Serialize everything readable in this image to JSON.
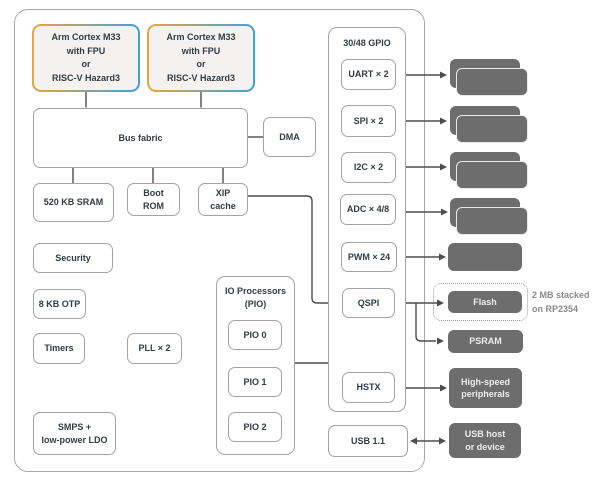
{
  "chip": {
    "cpu1": "Arm Cortex M33\nwith FPU\nor\nRISC-V Hazard3",
    "cpu2": "Arm Cortex M33\nwith FPU\nor\nRISC-V Hazard3",
    "bus_fabric": "Bus fabric",
    "dma": "DMA",
    "sram": "520 KB SRAM",
    "boot_rom": "Boot\nROM",
    "xip_cache": "XIP\ncache",
    "security": "Security",
    "otp": "8 KB OTP",
    "timers": "Timers",
    "pll": "PLL × 2",
    "smps": "SMPS +\nlow-power LDO",
    "pio": {
      "title": "IO Processors\n(PIO)",
      "units": [
        "PIO 0",
        "PIO 1",
        "PIO 2"
      ]
    },
    "gpio": {
      "title": "30/48 GPIO",
      "peripherals": [
        "UART × 2",
        "SPI × 2",
        "I2C × 2",
        "ADC × 4/8",
        "PWM × 24",
        "QSPI",
        "HSTX"
      ]
    },
    "usb": "USB 1.1"
  },
  "external": {
    "flash": "Flash",
    "flash_note": "2 MB stacked\non RP2354",
    "psram": "PSRAM",
    "high_speed": "High-speed\nperipherals",
    "usb_host": "USB host\nor device"
  },
  "colors": {
    "cpu_border_left": "#e8a63d",
    "cpu_border_right": "#3fa0d8",
    "box_border": "#a3a3a3",
    "connector_line": "#4d4d4d",
    "external_fill": "#6d6d6d",
    "label_text": "#333b43",
    "note_text": "#8a8a8a"
  }
}
